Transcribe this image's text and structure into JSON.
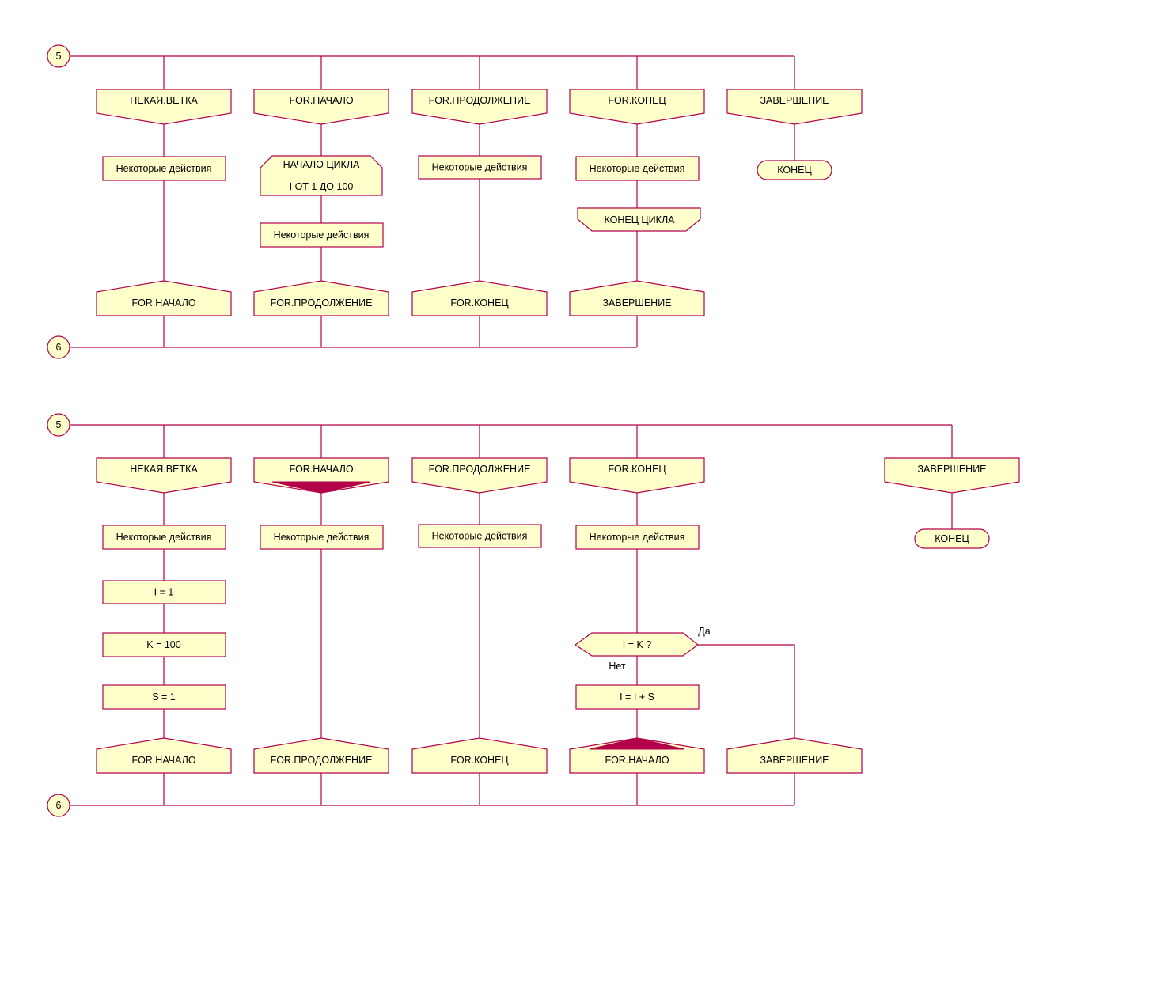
{
  "colors": {
    "line": "#b3004b",
    "fill": "#ffffcc"
  },
  "diagram_top": {
    "connector_in": "5",
    "connector_out": "6",
    "branches": [
      "НЕКАЯ.ВЕТКА",
      "FOR.НАЧАЛО",
      "FOR.ПРОДОЛЖЕНИЕ",
      "FOR.КОНЕЦ",
      "ЗАВЕРШЕНИЕ"
    ],
    "action_1": "Некоторые действия",
    "loop_start_line1": "НАЧАЛО ЦИКЛА",
    "loop_start_line2": "I  ОТ  1  ДО  100",
    "action_2": "Некоторые действия",
    "action_3": "Некоторые действия",
    "action_4": "Некоторые действия",
    "loop_end": "КОНЕЦ ЦИКЛА",
    "end": "КОНЕЦ",
    "addresses": [
      "FOR.НАЧАЛО",
      "FOR.ПРОДОЛЖЕНИЕ",
      "FOR.КОНЕЦ",
      "ЗАВЕРШЕНИЕ"
    ]
  },
  "diagram_bottom": {
    "connector_in": "5",
    "connector_out": "6",
    "branches": [
      "НЕКАЯ.ВЕТКА",
      "FOR.НАЧАЛО",
      "FOR.ПРОДОЛЖЕНИЕ",
      "FOR.КОНЕЦ",
      "ЗАВЕРШЕНИЕ"
    ],
    "action_1": "Некоторые действия",
    "assign_i": "I = 1",
    "assign_k": "K = 100",
    "assign_s": "S = 1",
    "action_2": "Некоторые действия",
    "action_3": "Некоторые действия",
    "action_4": "Некоторые действия",
    "question": "I = K ?",
    "yes_label": "Да",
    "no_label": "Нет",
    "increment": "I = I + S",
    "end": "КОНЕЦ",
    "addresses": [
      "FOR.НАЧАЛО",
      "FOR.ПРОДОЛЖЕНИЕ",
      "FOR.КОНЕЦ",
      "FOR.НАЧАЛО",
      "ЗАВЕРШЕНИЕ"
    ]
  }
}
